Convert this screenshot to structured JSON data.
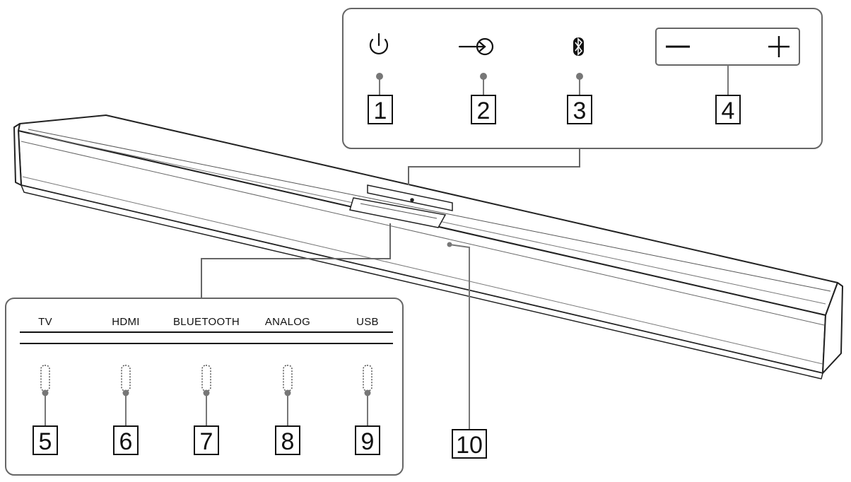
{
  "top_panel": {
    "controls": [
      {
        "id": "power",
        "icon": "power-icon",
        "callout": "1"
      },
      {
        "id": "input",
        "icon": "input-icon",
        "callout": "2"
      },
      {
        "id": "bluetooth",
        "icon": "bluetooth-icon",
        "callout": "3"
      },
      {
        "id": "volume",
        "icon": "volume-minus-plus-icon",
        "callout": "4"
      }
    ]
  },
  "indicator_panel": {
    "indicators": [
      {
        "label": "TV",
        "callout": "5"
      },
      {
        "label": "HDMI",
        "callout": "6"
      },
      {
        "label": "BLUETOOTH",
        "callout": "7"
      },
      {
        "label": "ANALOG",
        "callout": "8"
      },
      {
        "label": "USB",
        "callout": "9"
      }
    ]
  },
  "bar_callout": "10"
}
